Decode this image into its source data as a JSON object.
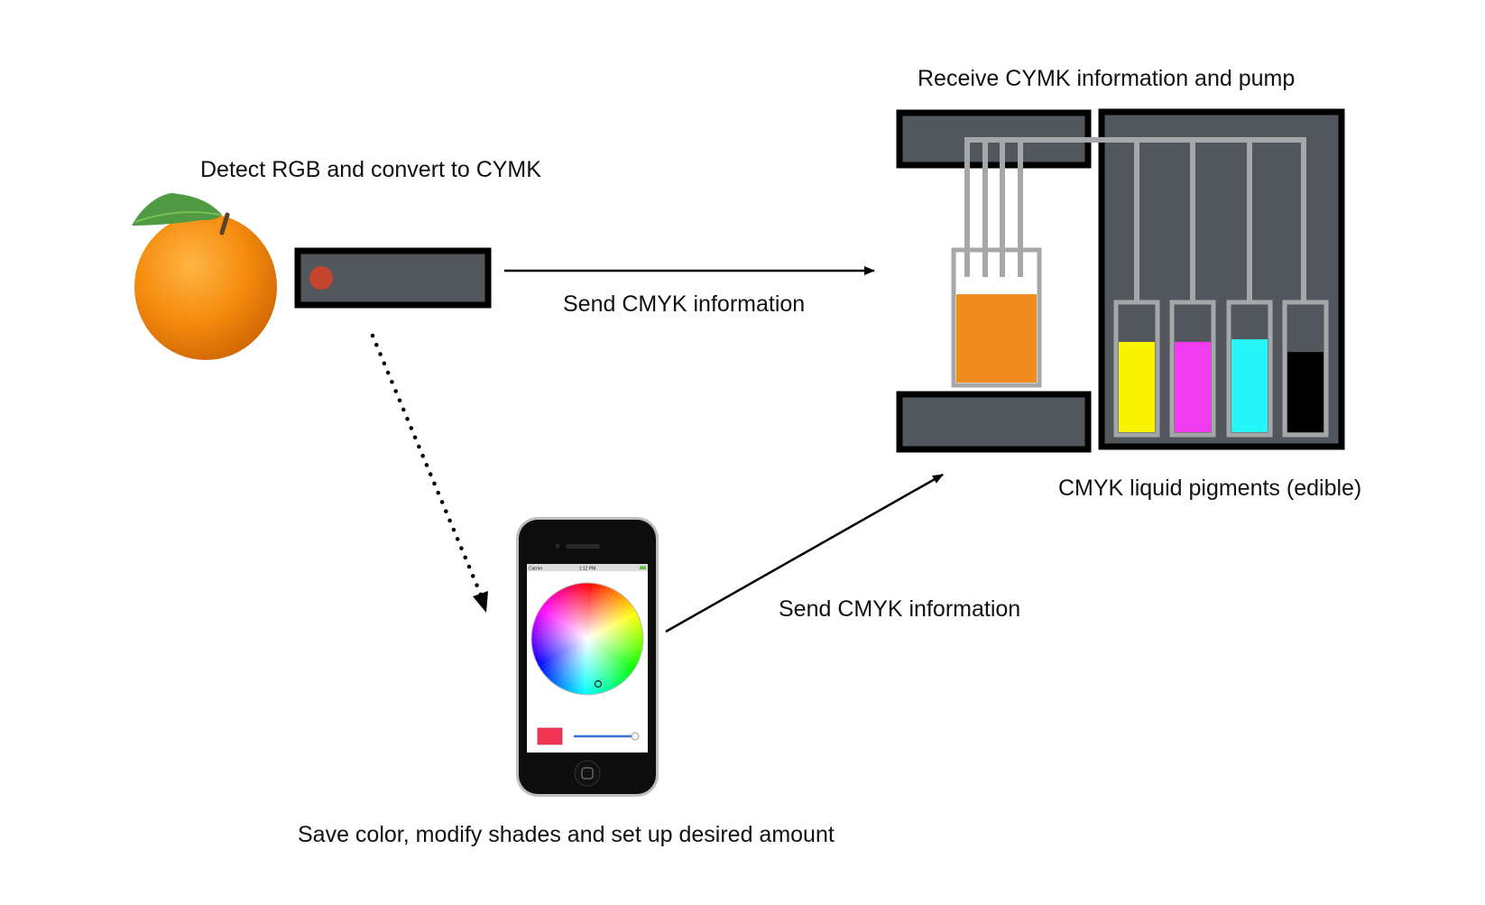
{
  "labels": {
    "detect": "Detect RGB and convert to CYMK",
    "send_top": "Send CMYK information",
    "receive": "Receive CYMK information and pump",
    "pigments": "CMYK liquid pigments (edible)",
    "send_bottom": "Send CMYK information",
    "save": "Save color, modify shades and set up desired amount"
  },
  "phone_status": {
    "carrier": "Carrier",
    "time": "1:12 PM"
  },
  "colors": {
    "device_body": "#52565d",
    "frame": "#000000",
    "tube": "#a6a7a8",
    "sensor_dot": "#c4432d",
    "mix": "#f08c1e",
    "cyan": "#27f6f8",
    "magenta": "#f13bf0",
    "yellow": "#f8f400",
    "black": "#000000",
    "phone_swatch": "#f23455"
  },
  "pigment_levels": {
    "yellow": 0.71,
    "magenta": 0.71,
    "cyan": 0.73,
    "black": 0.63,
    "mix": 0.68
  },
  "icons": {
    "fruit": "orange",
    "sensor": "color-sensor",
    "dispenser": "pump-dispenser",
    "phone": "smartphone-color-wheel"
  }
}
